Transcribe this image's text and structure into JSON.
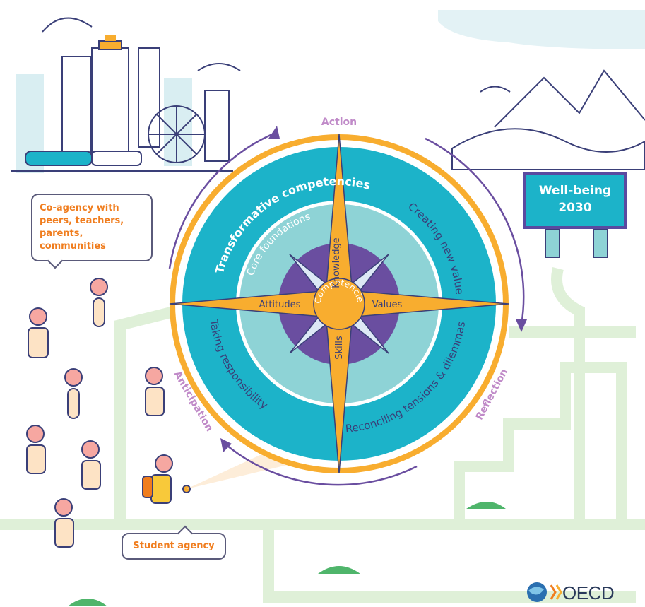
{
  "actions": {
    "top": "Action",
    "right": "Reflection",
    "left": "Anticipation"
  },
  "rings": {
    "outer_title": "Transformative competencies",
    "outer_right": "Creating new value",
    "outer_bottom_right": "Reconciling tensions & dilemmas",
    "outer_bottom_left": "Taking responsibility",
    "middle_title": "Core foundations"
  },
  "compass": {
    "north": "Knowledge",
    "east": "Values",
    "south": "Skills",
    "west": "Attitudes",
    "center": "Competencies"
  },
  "callouts": {
    "co_agency": "Co-agency with peers, teachers, parents, communities",
    "student_agency": "Student agency"
  },
  "goal": {
    "line1": "Well-being",
    "line2": "2030"
  },
  "logo": {
    "text": "OECD"
  },
  "colors": {
    "teal": "#1cb3c9",
    "light_teal": "#8ed3d6",
    "orange": "#f8ad2f",
    "purple": "#6a4ea0",
    "navy": "#3a3f78",
    "label_purple": "#c08ac8",
    "callout_orange": "#f07d1e",
    "path_green": "#dff0d8"
  }
}
